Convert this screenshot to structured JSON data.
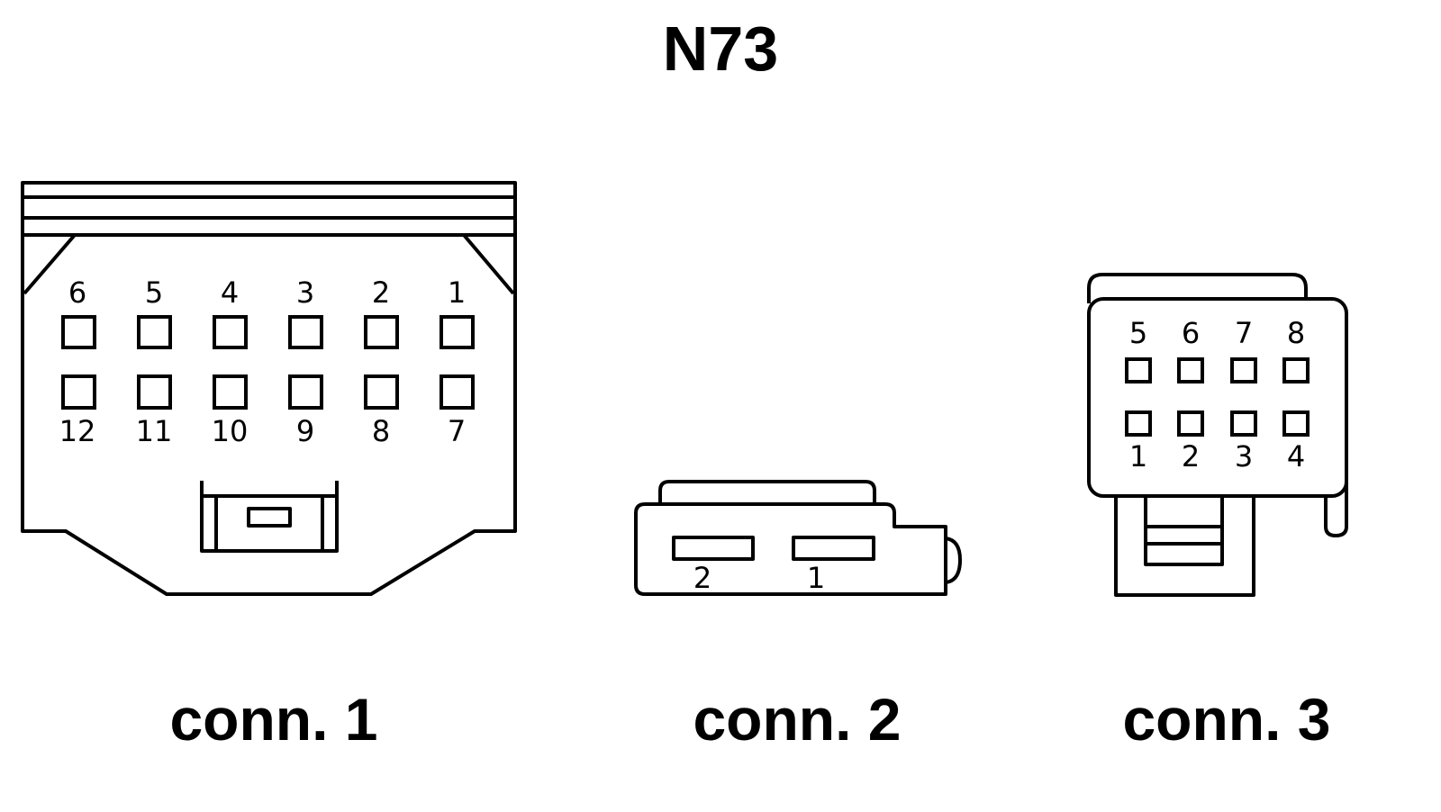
{
  "title": "N73",
  "connectors": [
    {
      "caption": "conn. 1",
      "top_row_pins": [
        "6",
        "5",
        "4",
        "3",
        "2",
        "1"
      ],
      "bottom_row_pins": [
        "12",
        "11",
        "10",
        "9",
        "8",
        "7"
      ]
    },
    {
      "caption": "conn. 2",
      "pins": [
        "2",
        "1"
      ]
    },
    {
      "caption": "conn. 3",
      "top_row_pins": [
        "5",
        "6",
        "7",
        "8"
      ],
      "bottom_row_pins": [
        "1",
        "2",
        "3",
        "4"
      ]
    }
  ]
}
